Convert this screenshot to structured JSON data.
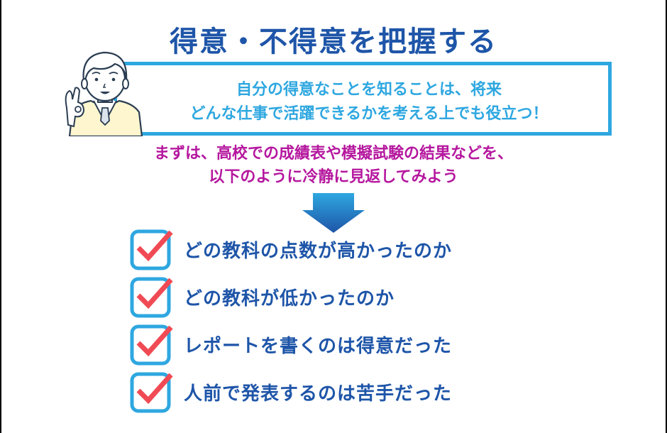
{
  "title": "得意・不得意を把握する",
  "info_box": {
    "lines": [
      "自分の得意なことを知ることは、将来",
      "どんな仕事で活躍できるかを考える上でも役立つ！"
    ]
  },
  "instruction": {
    "lines": [
      "まずは、高校での成績表や模擬試験の結果などを、",
      "以下のように冷静に見返してみよう"
    ]
  },
  "checklist": [
    {
      "label": "どの教科の点数が高かったのか",
      "checked": true
    },
    {
      "label": "どの教科が低かったのか",
      "checked": true
    },
    {
      "label": "レポートを書くのは得意だった",
      "checked": true
    },
    {
      "label": "人前で発表するのは苦手だった",
      "checked": true
    }
  ],
  "colors": {
    "title": "#1e55a8",
    "box_border": "#2ea7e0",
    "info_text": "#2ea7e0",
    "instruction_text": "#b5179e",
    "check_box": "#2ea7e0",
    "check_mark": "#f04b55",
    "arrow_top": "#2ea7e0",
    "arrow_bottom": "#1e55a8"
  },
  "icons": {
    "arrow": "down-arrow-icon",
    "check": "checkbox-checked-icon",
    "character": "student-ok-gesture-illustration"
  }
}
